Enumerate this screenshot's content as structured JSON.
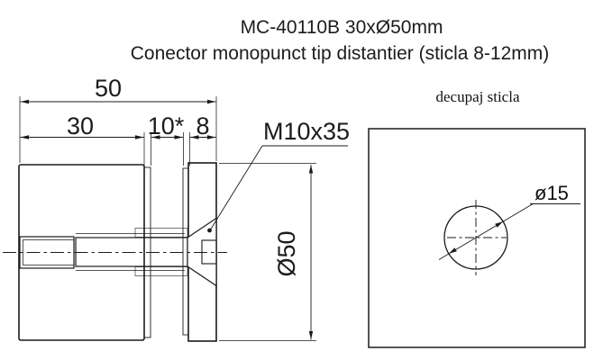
{
  "title": {
    "line1": "MC-40110B 30xØ50mm",
    "line2": "Conector monopunct tip distantier (sticla 8-12mm)"
  },
  "section_view": {
    "dimensions": {
      "overall_width": "50",
      "body_width": "30",
      "glass_gap": "10*",
      "cap_width": "8",
      "outer_diameter": "Ø50"
    },
    "bolt_label": "M10x35"
  },
  "glass_cutout": {
    "caption": "decupaj sticla",
    "hole_diameter": "ø15",
    "glass_color": "#45C7F6",
    "line_color": "#1b1b1b"
  }
}
